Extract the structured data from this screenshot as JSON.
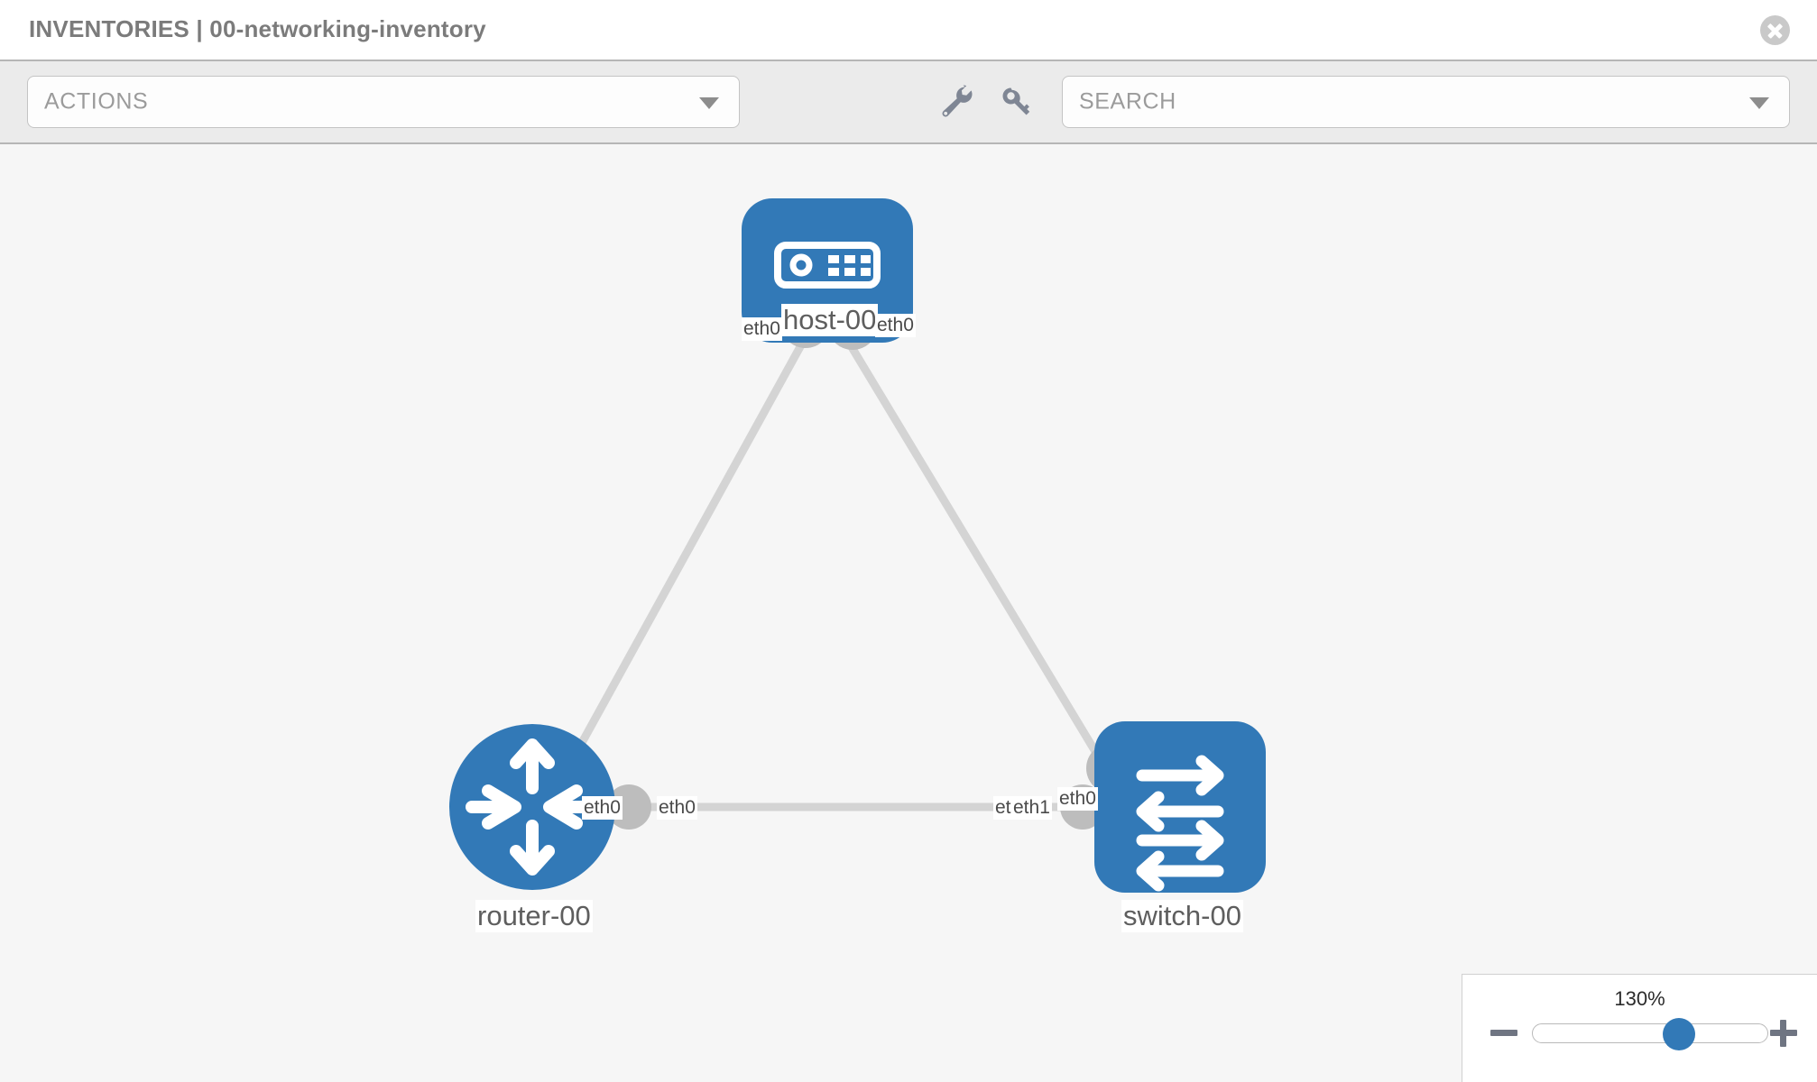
{
  "header": {
    "title": "INVENTORIES | 00-networking-inventory",
    "close_icon": "close-circle-icon"
  },
  "toolbar": {
    "actions_label": "ACTIONS",
    "actions_caret_icon": "chevron-down-icon",
    "search_placeholder": "SEARCH",
    "search_caret_icon": "chevron-down-icon",
    "wrench_icon": "wrench-icon",
    "key_icon": "key-icon"
  },
  "topology": {
    "nodes": [
      {
        "id": "host-00",
        "label": "host-00",
        "type": "host",
        "icon": "server-icon",
        "shape": "rounded-square",
        "color": "#3279b7"
      },
      {
        "id": "router-00",
        "label": "router-00",
        "type": "router",
        "icon": "router-arrows-icon",
        "shape": "circle",
        "color": "#3279b7"
      },
      {
        "id": "switch-00",
        "label": "switch-00",
        "type": "switch",
        "icon": "switch-arrows-icon",
        "shape": "rounded-square",
        "color": "#3279b7"
      }
    ],
    "links": [
      {
        "from": "host-00",
        "to": "router-00",
        "from_iface": "eth0",
        "to_iface": "eth0"
      },
      {
        "from": "host-00",
        "to": "switch-00",
        "from_iface": "eth0",
        "to_iface": "eth0"
      },
      {
        "from": "router-00",
        "to": "switch-00",
        "from_iface": "eth0",
        "to_iface": "eth0"
      }
    ],
    "interface_labels": {
      "host_left": "eth0",
      "host_right": "eth0",
      "router_up": "eth0",
      "switch_up": "eth0",
      "router_right": "eth0",
      "switch_left_hidden": "eth0",
      "switch_left": "eth1"
    },
    "colors": {
      "node_blue": "#3279b7",
      "connector_gray": "#bdbdbd",
      "edge_gray": "#d4d4d4",
      "canvas_bg": "#f6f6f6"
    }
  },
  "zoom_control": {
    "level": "130%",
    "minus_label": "minus-icon",
    "plus_label": "plus-icon",
    "slider_position_percent": 62
  }
}
